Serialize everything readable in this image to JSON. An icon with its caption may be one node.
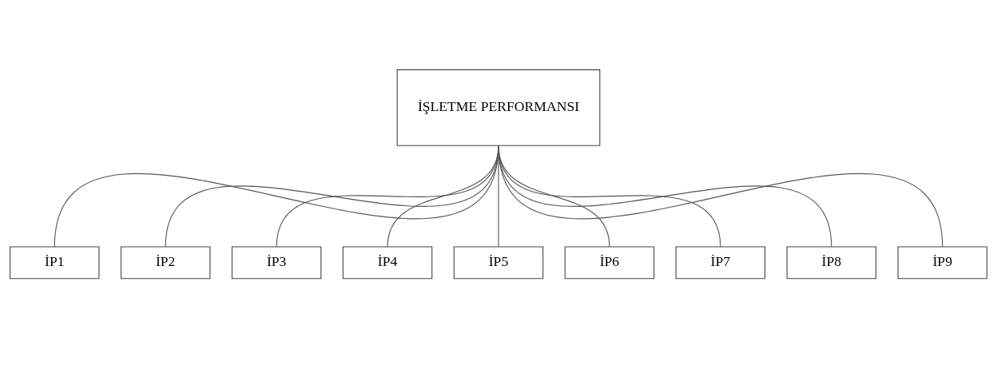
{
  "diagram": {
    "nodes": [
      {
        "text": [
          "İŞLETME PERFORMANSI"
        ]
      },
      {
        "text": [
          "İP1"
        ]
      },
      {
        "text": [
          "İP2"
        ]
      },
      {
        "text": [
          "İP3"
        ]
      },
      {
        "text": [
          "İP4"
        ]
      },
      {
        "text": [
          "İP5"
        ]
      },
      {
        "text": [
          "İP6"
        ]
      },
      {
        "text": [
          "İP7"
        ]
      },
      {
        "text": [
          "İP8"
        ]
      },
      {
        "text": [
          "İP9"
        ]
      }
    ],
    "edges": [
      {
        "from": 0,
        "to": 1,
        "arrow": "none"
      },
      {
        "from": 0,
        "to": 2,
        "arrow": "none"
      },
      {
        "from": 0,
        "to": 3,
        "arrow": "none"
      },
      {
        "from": 0,
        "to": 4,
        "arrow": "none"
      },
      {
        "from": 0,
        "to": 5,
        "arrow": "none"
      },
      {
        "from": 0,
        "to": 6,
        "arrow": "none"
      },
      {
        "from": 0,
        "to": 7,
        "arrow": "none"
      },
      {
        "from": 0,
        "to": 8,
        "arrow": "none"
      },
      {
        "from": 0,
        "to": 9,
        "arrow": "none"
      }
    ]
  }
}
